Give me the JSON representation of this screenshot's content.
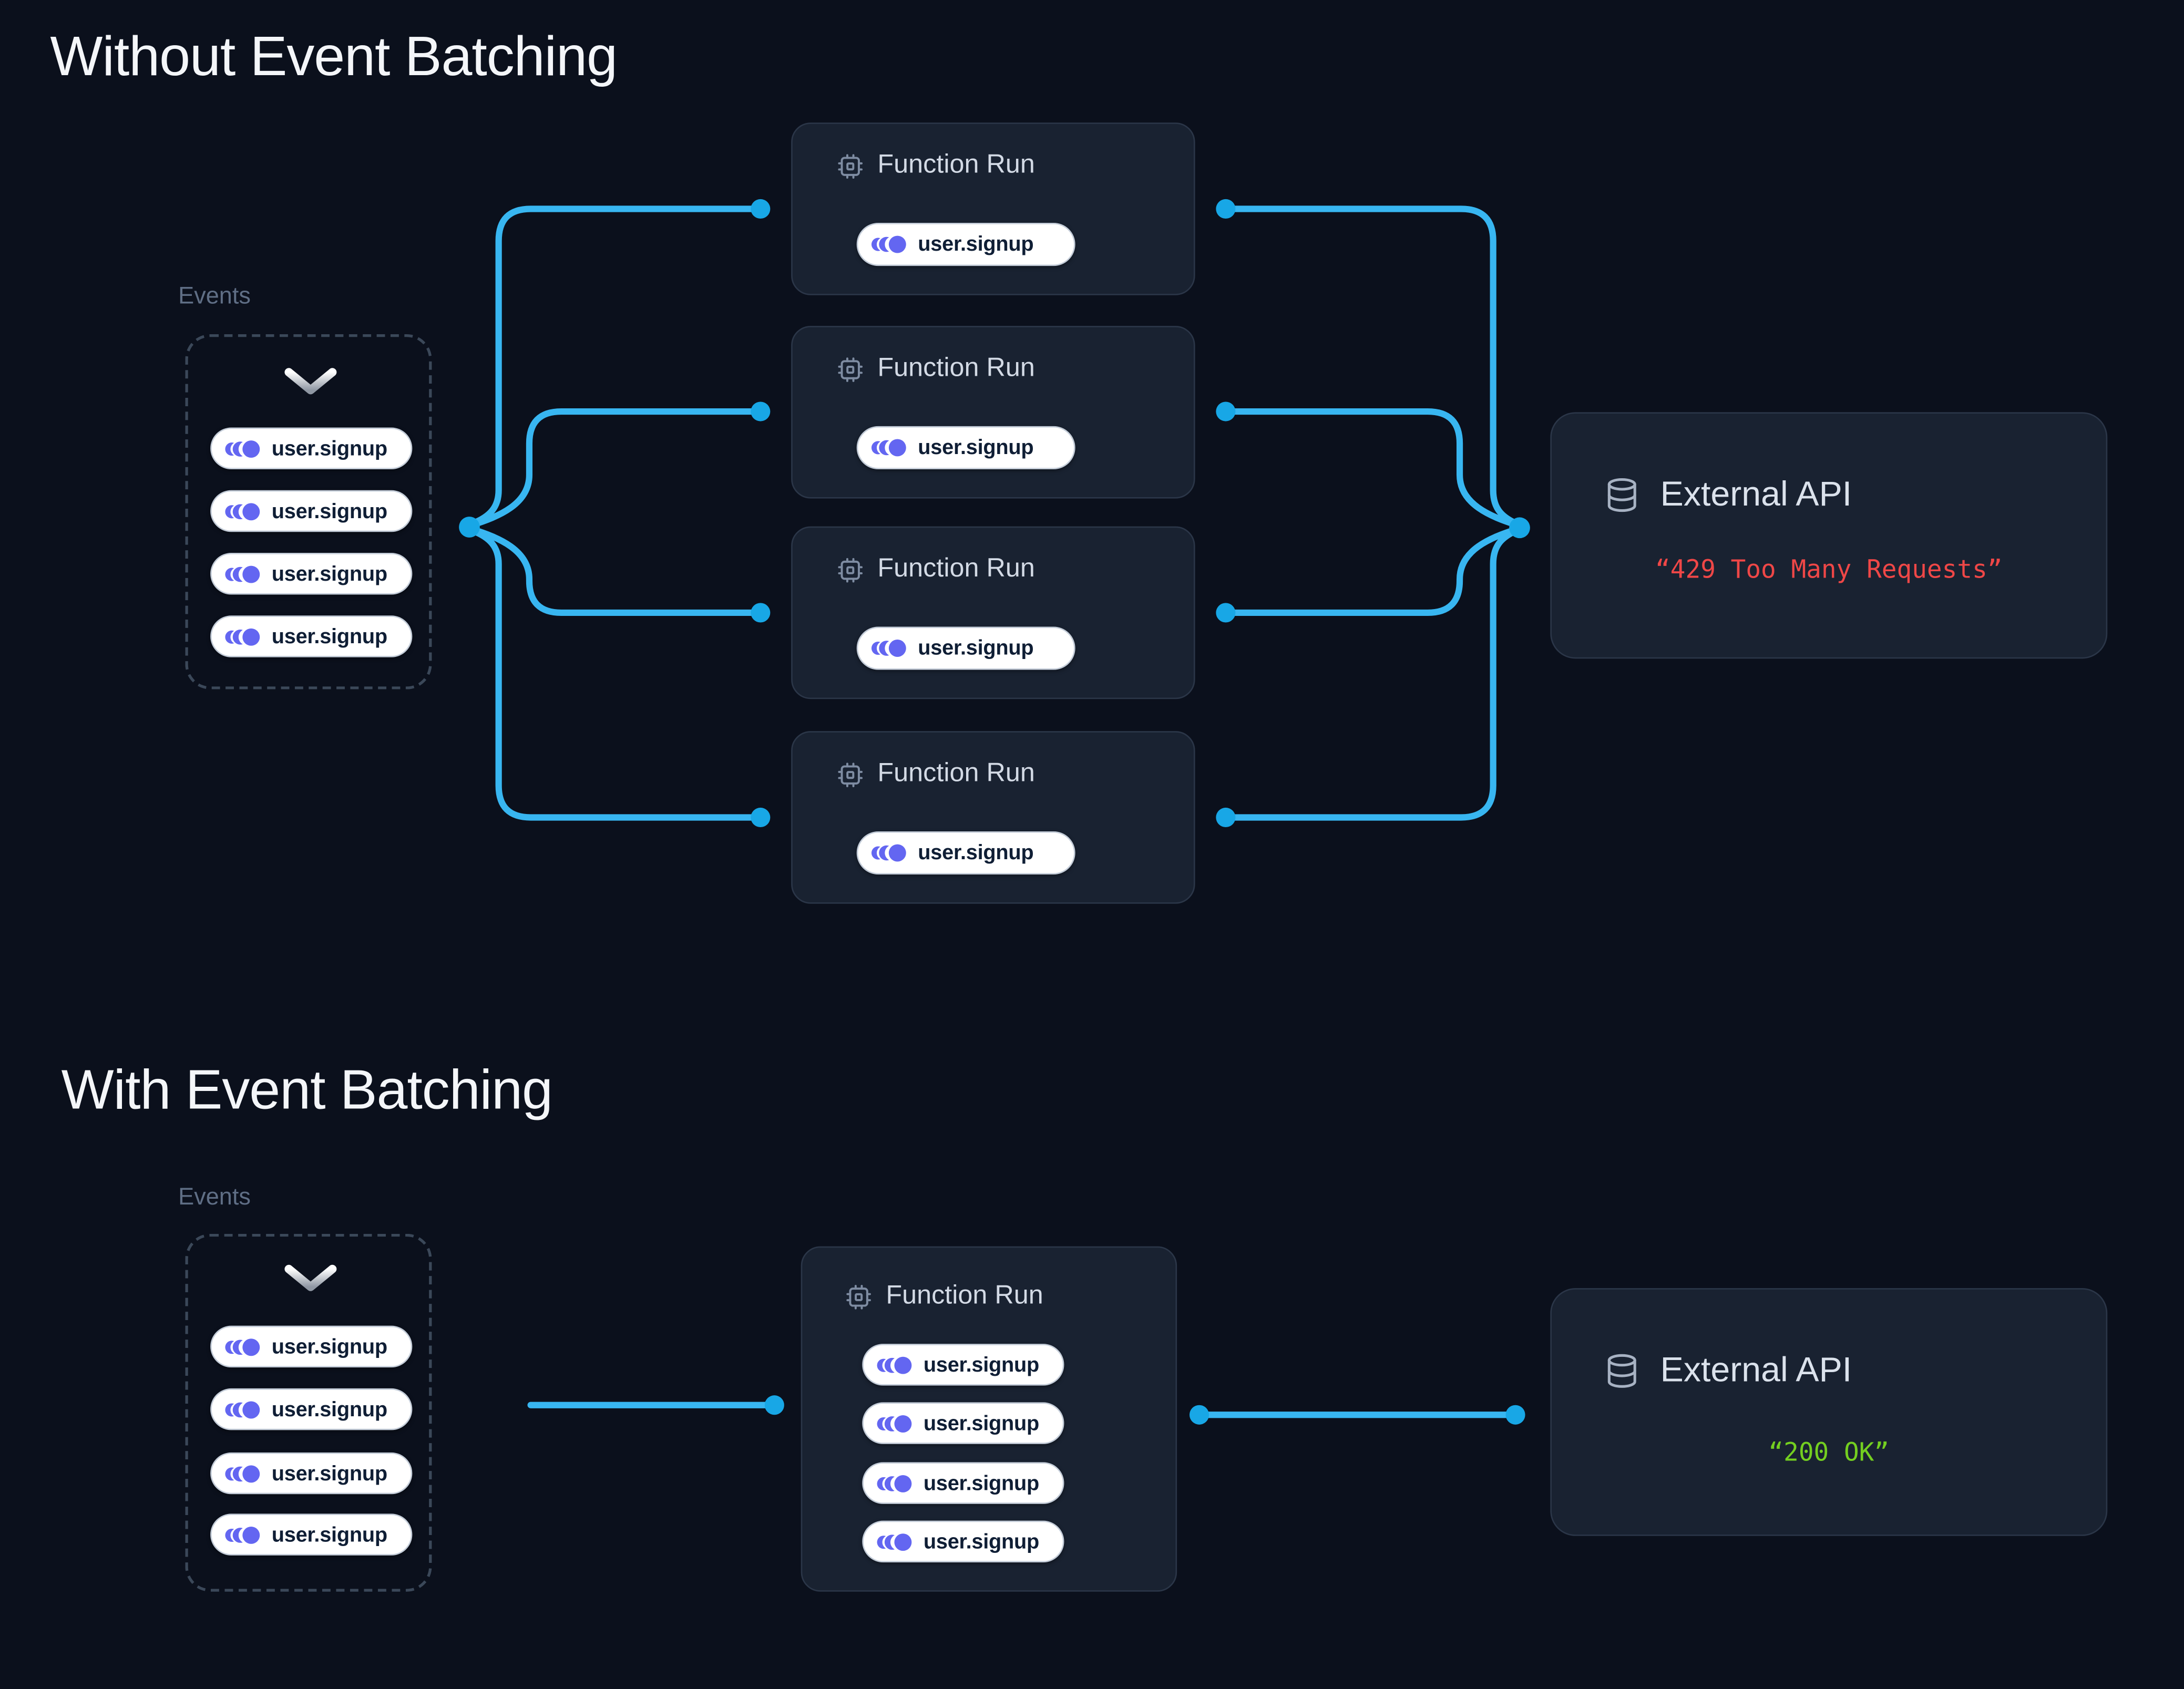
{
  "colors": {
    "bg": "#0b101c",
    "card": "#192231",
    "cardBorder": "#2b3648",
    "line": "#38b6f1",
    "dot": "#18a7e6",
    "indigo": "#6366f1",
    "red": "#ef4747",
    "green": "#74cf20",
    "pillText": "#0f1e35",
    "pillBorder": "#c3ccd8",
    "headerText": "#d3dae5",
    "iconSlate": "#7e8ca2",
    "apiIcon": "#a7b2c3",
    "eventsLabel": "#5f6e85",
    "eventsBorder": "#3b4859",
    "title": "#f4f6f9"
  },
  "icons": {
    "event": "event-pulse-icon",
    "cpu": "cpu-chip-icon",
    "database": "database-icon",
    "chevron": "chevron-down-icon"
  },
  "sections": [
    {
      "title": "Without Event Batching",
      "events_label": "Events",
      "event_pills": [
        "user.signup",
        "user.signup",
        "user.signup",
        "user.signup"
      ],
      "function_runs": [
        {
          "title": "Function Run",
          "pills": [
            "user.signup"
          ]
        },
        {
          "title": "Function Run",
          "pills": [
            "user.signup"
          ]
        },
        {
          "title": "Function Run",
          "pills": [
            "user.signup"
          ]
        },
        {
          "title": "Function Run",
          "pills": [
            "user.signup"
          ]
        }
      ],
      "api": {
        "title": "External API",
        "status": "“429 Too Many Requests”",
        "status_color": "#ef4747"
      }
    },
    {
      "title": "With Event Batching",
      "events_label": "Events",
      "event_pills": [
        "user.signup",
        "user.signup",
        "user.signup",
        "user.signup"
      ],
      "function_runs": [
        {
          "title": "Function Run",
          "pills": [
            "user.signup",
            "user.signup",
            "user.signup",
            "user.signup"
          ]
        }
      ],
      "api": {
        "title": "External API",
        "status": "“200 OK”",
        "status_color": "#74cf20"
      }
    }
  ]
}
